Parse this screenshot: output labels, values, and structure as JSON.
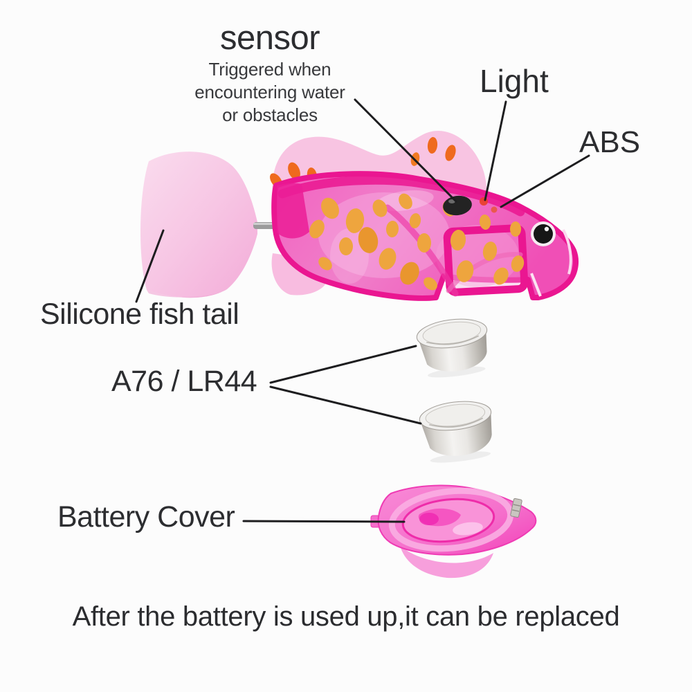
{
  "page": {
    "background": "#fcfcfc",
    "caption": "After the battery is used up,it can be replaced"
  },
  "colors": {
    "text": "#2c2d30",
    "leader_line": "#1d1d1f",
    "body_deep_pink": "#ea1691",
    "body_fill_pink": "#f07fca",
    "fin_light_pink": "#f8c4e2",
    "tail_light_pink": "#f7c6e4",
    "spot_orange": "#eea53e",
    "fin_spot_orange": "#ef6a1e",
    "led_red": "#e8402c",
    "battery_silver": "#e9e7e4",
    "cover_pink": "#f56ecb"
  },
  "annotations": {
    "sensor": {
      "label": "sensor",
      "note_lines": [
        "Triggered when",
        "encountering water",
        "or obstacles"
      ]
    },
    "light": {
      "label": "Light"
    },
    "abs": {
      "label": "ABS"
    },
    "silicone_tail": {
      "label": "Silicone fish tail"
    },
    "battery_model": {
      "label": "A76 / LR44"
    },
    "battery_cover": {
      "label": "Battery Cover"
    }
  }
}
